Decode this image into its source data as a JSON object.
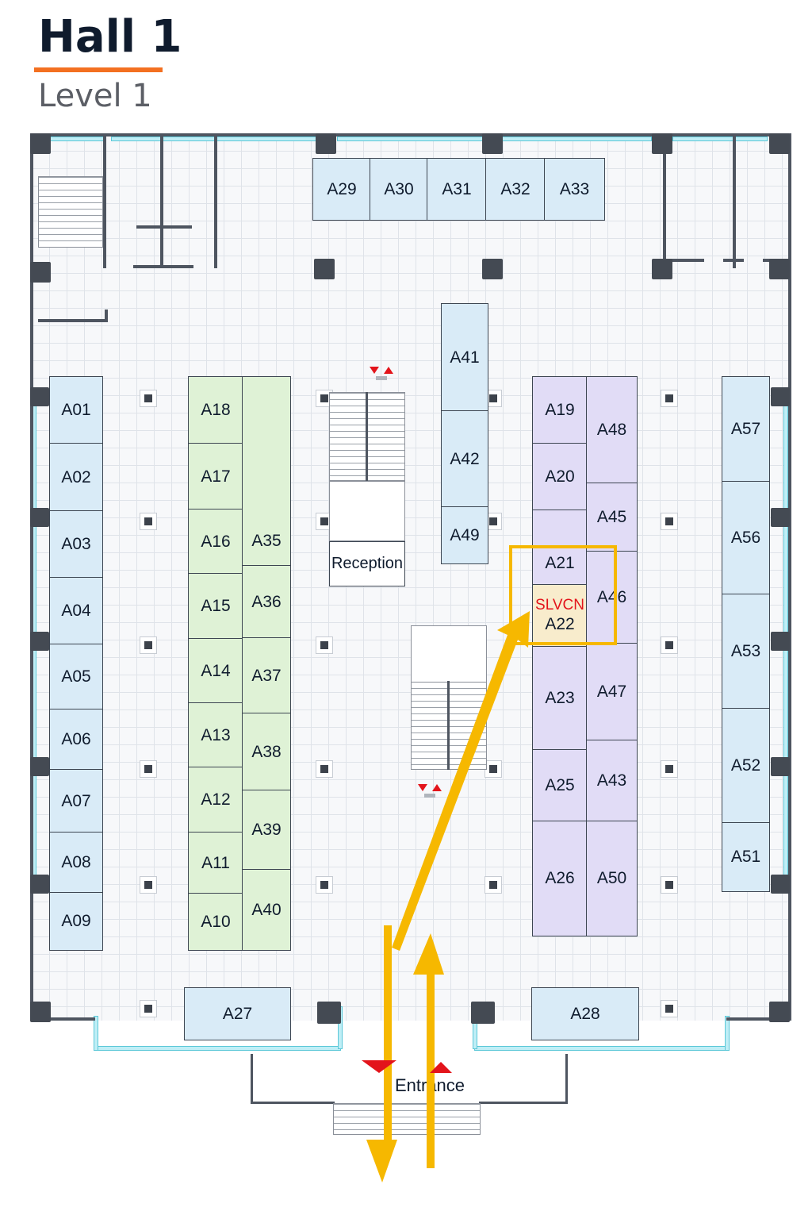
{
  "header": {
    "hall": "Hall 1",
    "level": "Level 1"
  },
  "colors": {
    "accent": "#f37021",
    "route": "#f6b800",
    "exhibitor_text": "#e3141b",
    "booth_blue": "#d9ebf7",
    "booth_green": "#dff2d6",
    "booth_purple": "#e1dcf6",
    "booth_highlight": "#f8eccc"
  },
  "facilities": {
    "reception": "Reception",
    "entrance": "Entrance"
  },
  "highlight": {
    "exhibitor": "SLVCN",
    "booth": "A22"
  },
  "booths": {
    "A01": "A01",
    "A02": "A02",
    "A03": "A03",
    "A04": "A04",
    "A05": "A05",
    "A06": "A06",
    "A07": "A07",
    "A08": "A08",
    "A09": "A09",
    "A10": "A10",
    "A11": "A11",
    "A12": "A12",
    "A13": "A13",
    "A14": "A14",
    "A15": "A15",
    "A16": "A16",
    "A17": "A17",
    "A18": "A18",
    "A19": "A19",
    "A20": "A20",
    "A21": "A21",
    "A23": "A23",
    "A25": "A25",
    "A26": "A26",
    "A27": "A27",
    "A28": "A28",
    "A29": "A29",
    "A30": "A30",
    "A31": "A31",
    "A32": "A32",
    "A33": "A33",
    "A35": "A35",
    "A36": "A36",
    "A37": "A37",
    "A38": "A38",
    "A39": "A39",
    "A40": "A40",
    "A41": "A41",
    "A42": "A42",
    "A43": "A43",
    "A45": "A45",
    "A46": "A46",
    "A47": "A47",
    "A48": "A48",
    "A49": "A49",
    "A50": "A50",
    "A51": "A51",
    "A52": "A52",
    "A53": "A53",
    "A56": "A56",
    "A57": "A57"
  }
}
